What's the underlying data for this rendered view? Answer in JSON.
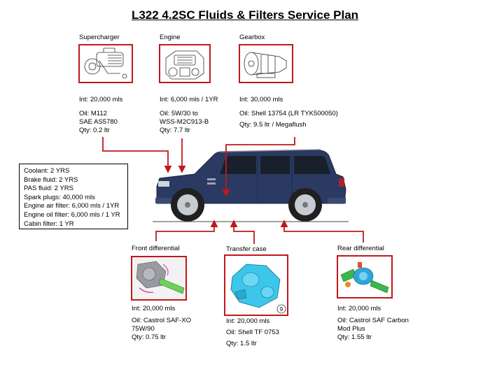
{
  "title": "L322 4.2SC Fluids & Filters Service Plan",
  "colors": {
    "arrow": "#c0181c",
    "box_border": "#c0181c",
    "car_body": "#2a3a63"
  },
  "supercharger": {
    "label": "Supercharger",
    "interval": "Int: 20,000 mls",
    "oil1": "Oil: M112",
    "oil2": "SAE AS5780",
    "qty": "Qty: 0.2 ltr",
    "icon": "supercharger-drawing"
  },
  "engine": {
    "label": "Engine",
    "interval": "Int: 6,000 mls / 1YR",
    "oil1": "Oil: 5W/30 to",
    "oil2": "WSS-M2C913-B",
    "qty": "Qty: 7.7 ltr",
    "icon": "engine-drawing"
  },
  "gearbox": {
    "label": "Gearbox",
    "interval": "Int: 30,000 mls",
    "oil1": "Oil: Shell 13754 (LR TYK500050)",
    "qty": "Qty: 9.5 ltr / Megaflush",
    "icon": "gearbox-drawing"
  },
  "general": {
    "lines": [
      "Coolant:  2 YRS",
      "Brake fluid:  2 YRS",
      "PAS fluid:  2 YRS",
      "Spark plugs: 40,000 mls",
      "Engine air filter: 6,000 mls  / 1YR",
      "Engine oil filter: 6,000 mls / 1 YR",
      "Cabin filter:  1 YR"
    ]
  },
  "front_diff": {
    "label": "Front differential",
    "interval": "Int: 20,000 mls",
    "oil1": "Oil: Castrol SAF-XO",
    "oil2": "75W/90",
    "qty": "Qty: 0.75 ltr",
    "icon": "front-diff-render"
  },
  "transfer_case": {
    "label": "Transfer case",
    "interval": "Int: 20,000 mls",
    "oil1": "Oil: Shell TF 0753",
    "qty": "Qty: 1.5 ltr",
    "badge": "9",
    "icon": "transfer-case-render"
  },
  "rear_diff": {
    "label": "Rear differential",
    "interval": "Int: 20,000 mls",
    "oil1": "Oil: Castrol SAF Carbon",
    "oil2": "Mod Plus",
    "qty": "Qty: 1.55 ltr",
    "icon": "rear-diff-render"
  }
}
